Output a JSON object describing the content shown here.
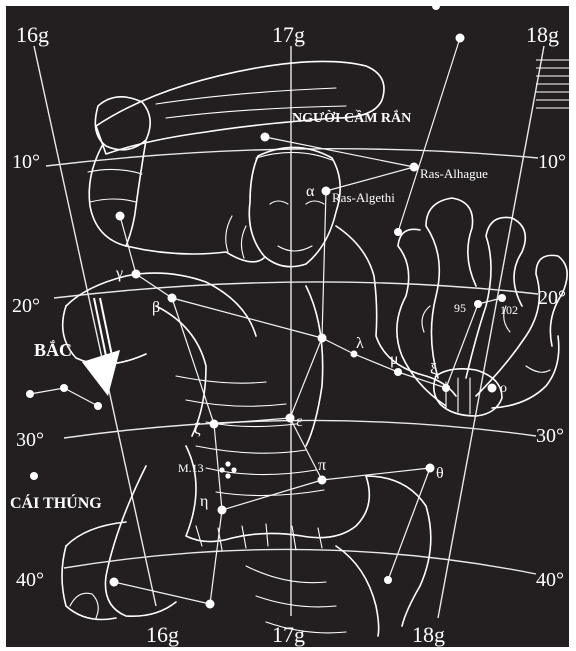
{
  "constellation": {
    "name": "NGƯỜI CẦM RẮN"
  },
  "neighbors": {
    "north_label": "BẮC",
    "lyra": "CÁI THÚNG"
  },
  "ra_labels": {
    "top": [
      "16g",
      "17g",
      "18g"
    ],
    "bottom": [
      "16g",
      "17g",
      "18g"
    ]
  },
  "dec_labels": {
    "left": [
      "10°",
      "20°",
      "30°",
      "40°"
    ],
    "right": [
      "10°",
      "20°",
      "30°",
      "40°"
    ]
  },
  "stars": [
    {
      "key": "ras_alhague",
      "label": "Ras-Alhague"
    },
    {
      "key": "ras_algethi",
      "label": "Ras-Algethi"
    },
    {
      "key": "alpha",
      "label": "α"
    },
    {
      "key": "beta",
      "label": "β"
    },
    {
      "key": "gamma",
      "label": "γ"
    },
    {
      "key": "epsilon",
      "label": "ε"
    },
    {
      "key": "zeta",
      "label": "ζ"
    },
    {
      "key": "eta",
      "label": "η"
    },
    {
      "key": "pi",
      "label": "π"
    },
    {
      "key": "theta",
      "label": "θ"
    },
    {
      "key": "lambda",
      "label": "λ"
    },
    {
      "key": "mu",
      "label": "μ"
    },
    {
      "key": "xi",
      "label": "ξ"
    },
    {
      "key": "omicron",
      "label": "o"
    },
    {
      "key": "s95",
      "label": "95"
    },
    {
      "key": "s102",
      "label": "102"
    }
  ],
  "cluster": {
    "label": "M.13"
  },
  "colors": {
    "background": "#231f20",
    "ink": "#ffffff"
  }
}
